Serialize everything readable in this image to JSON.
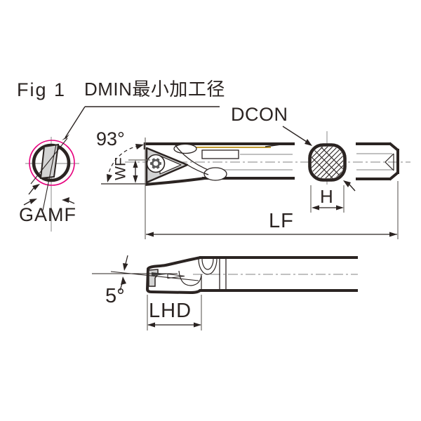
{
  "figure": {
    "fig_label": "Fig 1",
    "dmin_label": "DMIN最小加工径",
    "gamf_label": "GAMF",
    "angle_93_label": "93°",
    "wf_label": "WF",
    "dcon_label": "DCON",
    "h_label": "H",
    "lf_label": "LF",
    "angle_5_label": "5°",
    "lhd_label": "LHD"
  },
  "colors": {
    "ink": "#2b2422",
    "gray_line": "#9c9c9c",
    "dim_line": "#6e6a66",
    "insert_fill": "#d3d3d3",
    "gold_accent": "#c19a2e",
    "magenta_accent": "#e6007d",
    "background": "#ffffff"
  }
}
